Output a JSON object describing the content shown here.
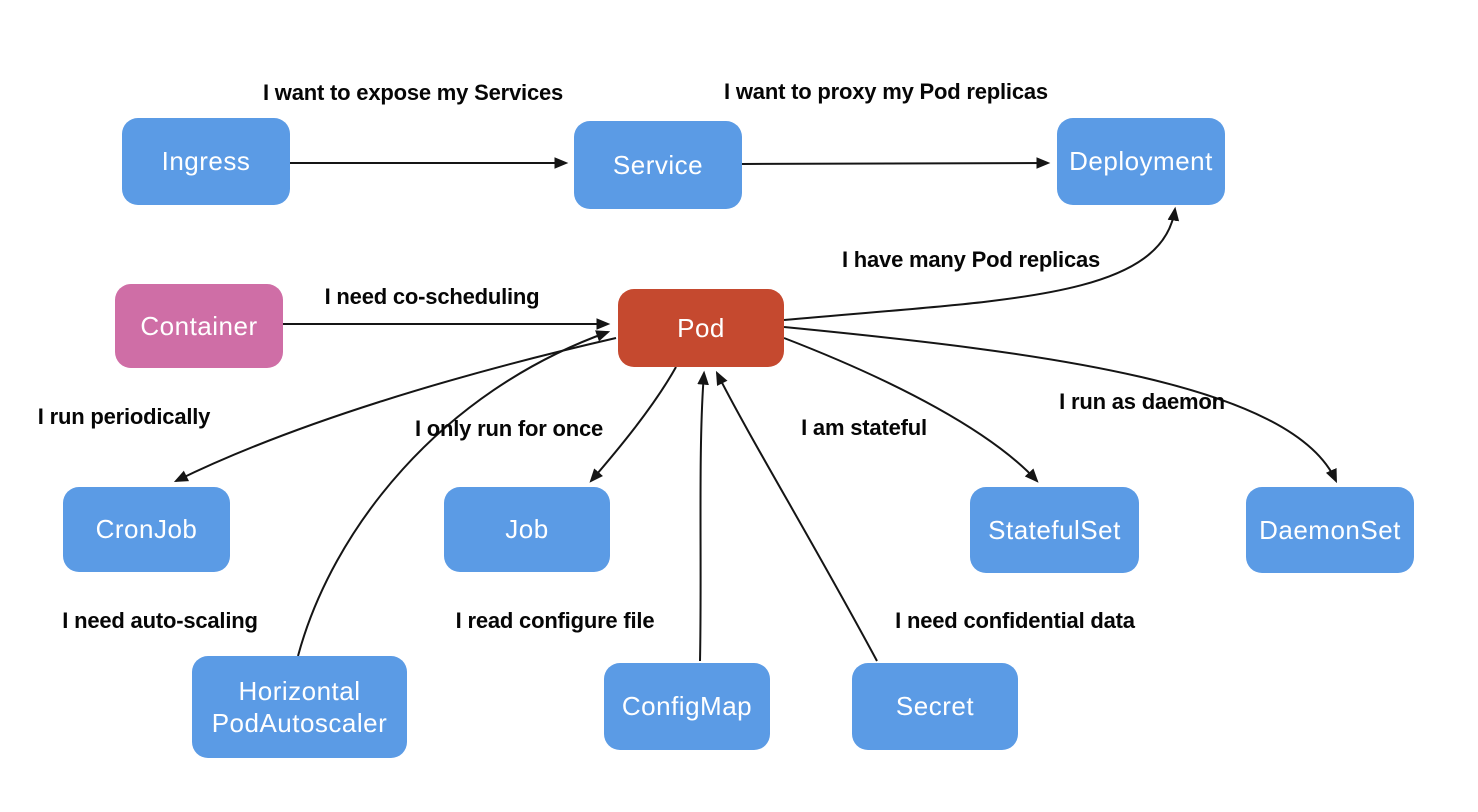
{
  "diagram": {
    "background": "#ffffff",
    "colors": {
      "workload_box_blue": "#5b9be5",
      "container_box_pink": "#cf6ea6",
      "pod_box_red": "#c5492f",
      "arrow_black": "#151515",
      "label_text_black": "#060606",
      "node_text_white": "#ffffff"
    },
    "nodes": {
      "ingress": {
        "label": "Ingress"
      },
      "service": {
        "label": "Service"
      },
      "deployment": {
        "label": "Deployment"
      },
      "container": {
        "label": "Container"
      },
      "pod": {
        "label": "Pod"
      },
      "cronjob": {
        "label": "CronJob"
      },
      "job": {
        "label": "Job"
      },
      "statefulset": {
        "label": "StatefulSet"
      },
      "daemonset": {
        "label": "DaemonSet"
      },
      "hpa": {
        "label": "Horizontal\nPodAutoscaler"
      },
      "configmap": {
        "label": "ConfigMap"
      },
      "secret": {
        "label": "Secret"
      }
    },
    "edges": [
      {
        "from": "Ingress",
        "to": "Service",
        "label": "I want to expose my Services"
      },
      {
        "from": "Service",
        "to": "Deployment",
        "label": "I want to proxy my Pod replicas"
      },
      {
        "from": "Container",
        "to": "Pod",
        "label": "I need co-scheduling"
      },
      {
        "from": "Pod",
        "to": "Deployment",
        "label": "I have many Pod replicas"
      },
      {
        "from": "Pod",
        "to": "CronJob",
        "label": "I run periodically"
      },
      {
        "from": "Pod",
        "to": "Job",
        "label": "I only run for once"
      },
      {
        "from": "Pod",
        "to": "StatefulSet",
        "label": "I am stateful"
      },
      {
        "from": "Pod",
        "to": "DaemonSet",
        "label": "I run as daemon"
      },
      {
        "from": "HorizontalPodAutoscaler",
        "to": "Pod",
        "label": "I need auto-scaling"
      },
      {
        "from": "ConfigMap",
        "to": "Pod",
        "label": "I read configure file"
      },
      {
        "from": "Secret",
        "to": "Pod",
        "label": "I need confidential data"
      }
    ]
  }
}
